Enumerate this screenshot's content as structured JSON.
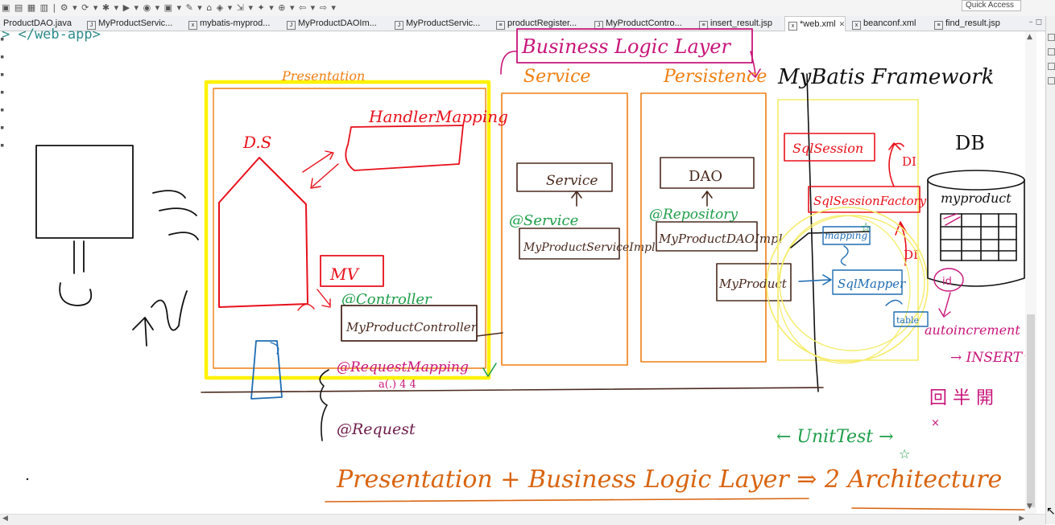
{
  "toolbar": {
    "quick_access_label": "Quick Access"
  },
  "tabs": [
    {
      "label": "ProductDAO.java",
      "icon": "java-file-icon",
      "active": false
    },
    {
      "label": "MyProductServic...",
      "icon": "java-file-icon",
      "active": false
    },
    {
      "label": "mybatis-myprod...",
      "icon": "xml-file-icon",
      "active": false
    },
    {
      "label": "MyProductDAOIm...",
      "icon": "java-file-icon",
      "active": false
    },
    {
      "label": "MyProductServic...",
      "icon": "java-file-icon",
      "active": false
    },
    {
      "label": "productRegister...",
      "icon": "jsp-file-icon",
      "active": false
    },
    {
      "label": "MyProductContro...",
      "icon": "java-file-icon",
      "active": false
    },
    {
      "label": "insert_result.jsp",
      "icon": "jsp-file-icon",
      "active": false
    },
    {
      "label": "*web.xml",
      "icon": "xml-file-icon",
      "active": true
    },
    {
      "label": "beanconf.xml",
      "icon": "xml-file-icon",
      "active": false
    },
    {
      "label": "find_result.jsp",
      "icon": "jsp-file-icon",
      "active": false
    }
  ],
  "editor": {
    "code_line": "> </web-app>"
  },
  "drawing": {
    "title_business": "Business Logic Layer",
    "label_presentation": "Presentation",
    "label_service": "Service",
    "label_persistence": "Persistence",
    "label_mybatis": "MyBatis Framework",
    "label_handler_mapping": "HandlerMapping",
    "label_ds": "D.S",
    "label_mv": "MV",
    "label_controller_ann": "@Controller",
    "label_controller": "MyProductController",
    "label_request_mapping": "@RequestMapping",
    "label_request_mapping_sub": "a(.) 4 4",
    "label_request": "@Request",
    "label_service_box": "Service",
    "label_service_ann": "@Service",
    "label_service_impl": "MyProductServiceImpl",
    "label_dao": "DAO",
    "label_repository_ann": "@Repository",
    "label_dao_impl": "MyProductDAOImpl",
    "label_myproduct": "MyProduct",
    "label_sqlsession": "SqlSession",
    "label_sqlsession_factory": "SqlSessionFactory",
    "label_mapping": "mapping",
    "label_sqlmapper": "SqlMapper",
    "label_di_1": "DI",
    "label_di_2": "DI",
    "label_db": "DB",
    "label_db_table": "myproduct",
    "label_id": "id",
    "label_table": "table",
    "label_autoincrement": "autoincrement",
    "label_insert": "→ INSERT☆",
    "label_korean": "回 半 開",
    "label_unit_test": "← UnitTest →",
    "label_bottom": "Presentation + Business Logic Layer ⇒ 2 Architecture"
  },
  "colors": {
    "pen_red": "#e8101b",
    "pen_orange": "#f07f12",
    "pen_brown": "#4a2a1e",
    "pen_green": "#1f9e4a",
    "pen_blue": "#1f6db3",
    "pen_magenta": "#c8157a",
    "pen_black": "#111111",
    "highlight_yellow": "#fff200",
    "bottom_orange": "#d96410"
  }
}
